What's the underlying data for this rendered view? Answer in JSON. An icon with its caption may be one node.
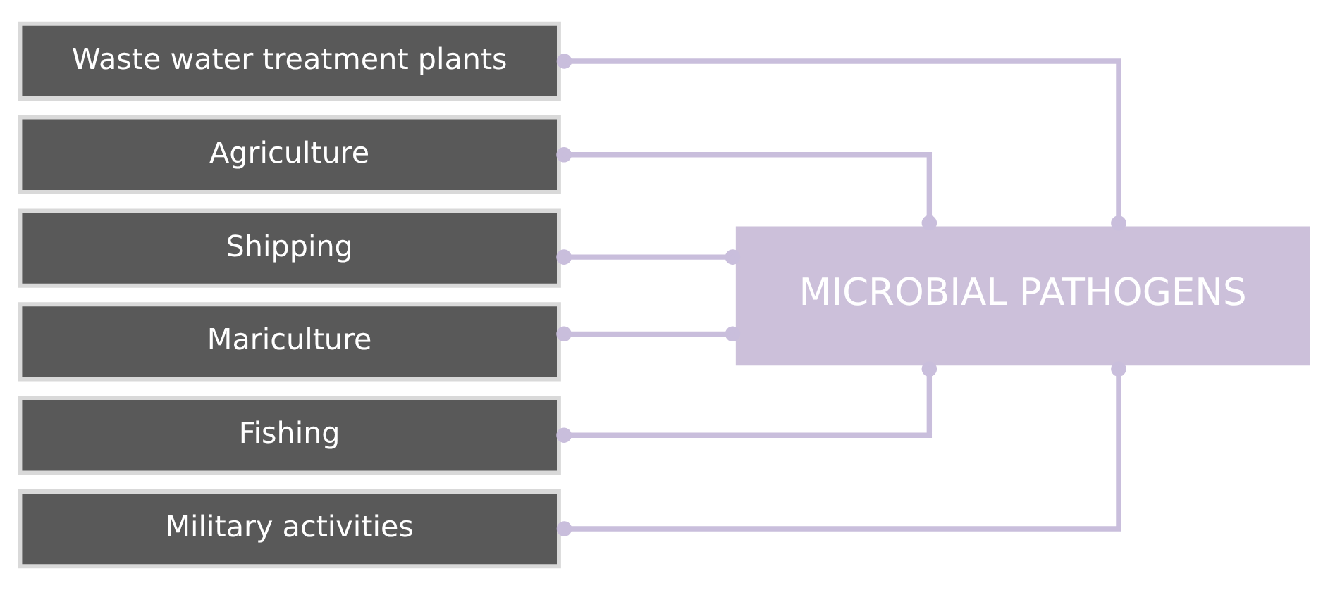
{
  "diagram": {
    "nodes": [
      {
        "text": [
          "Waste water treatment plants"
        ]
      },
      {
        "text": [
          "Agriculture"
        ]
      },
      {
        "text": [
          "Shipping"
        ]
      },
      {
        "text": [
          "Mariculture"
        ]
      },
      {
        "text": [
          "Fishing"
        ]
      },
      {
        "text": [
          "Military activities"
        ]
      },
      {
        "text": [
          "MICROBIAL PATHOGENS"
        ]
      }
    ],
    "edges": [
      {
        "from": 0,
        "to": 6,
        "arrow": "other"
      },
      {
        "from": 1,
        "to": 6,
        "arrow": "other"
      },
      {
        "from": 2,
        "to": 6,
        "arrow": "other"
      },
      {
        "from": 3,
        "to": 6,
        "arrow": "other"
      },
      {
        "from": 4,
        "to": 6,
        "arrow": "other"
      },
      {
        "from": 5,
        "to": 6,
        "arrow": "other"
      }
    ]
  }
}
